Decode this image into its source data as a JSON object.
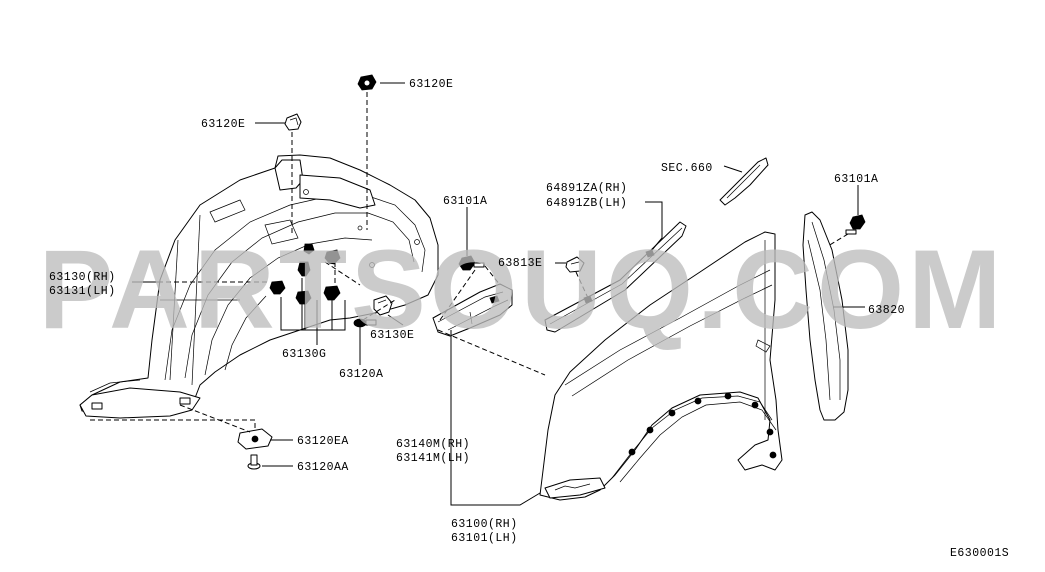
{
  "watermark": "PARTSOUQ.COM",
  "diagram_code": "E630001S",
  "labels": {
    "p63120e_top": "63120E",
    "p63120e_left": "63120E",
    "sec660": "SEC.660",
    "p63101a_right": "63101A",
    "p64891za": "64891ZA(RH)",
    "p64891zb": "64891ZB(LH)",
    "p63101a_mid": "63101A",
    "p63130": "63130(RH)",
    "p63131": "63131(LH)",
    "p63813e": "63813E",
    "p63820": "63820",
    "p63130e": "63130E",
    "p63130g": "63130G",
    "p63120a": "63120A",
    "p63140m": "63140M(RH)",
    "p63141m": "63141M(LH)",
    "p63120ea": "63120EA",
    "p63120aa": "63120AA",
    "p63100": "63100(RH)",
    "p63101": "63101(LH)"
  }
}
